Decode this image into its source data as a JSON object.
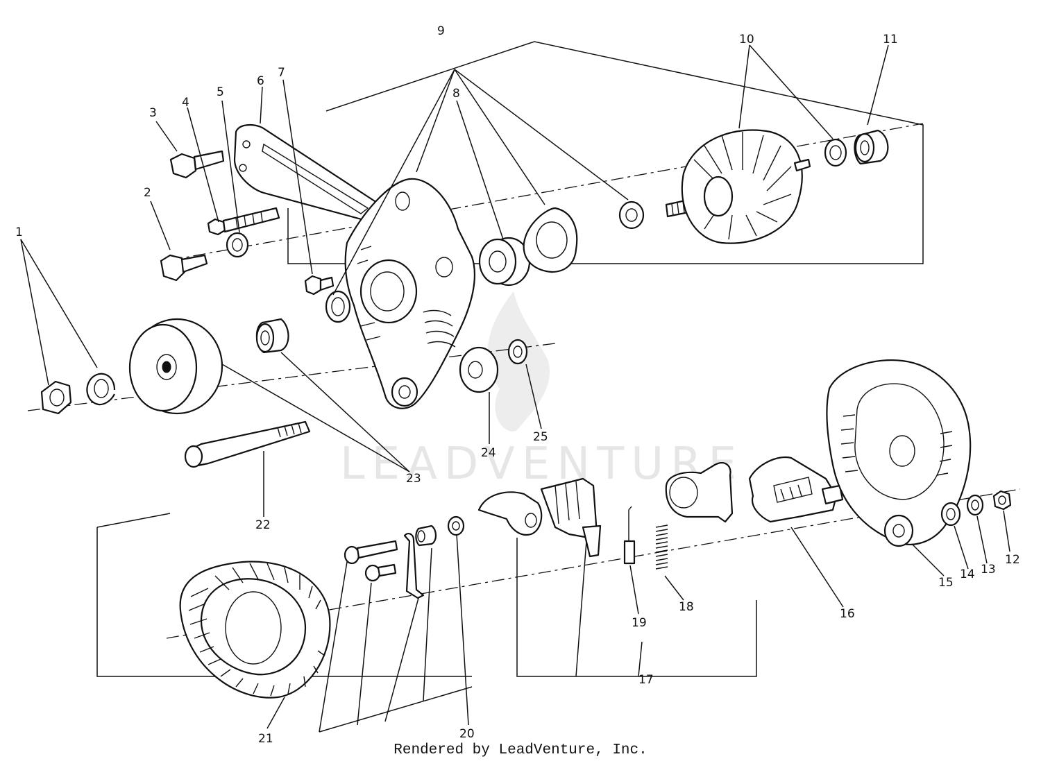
{
  "watermark": {
    "text": "LEADVENTURE"
  },
  "credit": "Rendered by LeadVenture, Inc.",
  "callouts": [
    "1",
    "2",
    "3",
    "4",
    "5",
    "6",
    "7",
    "8",
    "9",
    "10",
    "11",
    "12",
    "13",
    "14",
    "15",
    "16",
    "17",
    "18",
    "19",
    "20",
    "21",
    "22",
    "23",
    "24",
    "25"
  ]
}
